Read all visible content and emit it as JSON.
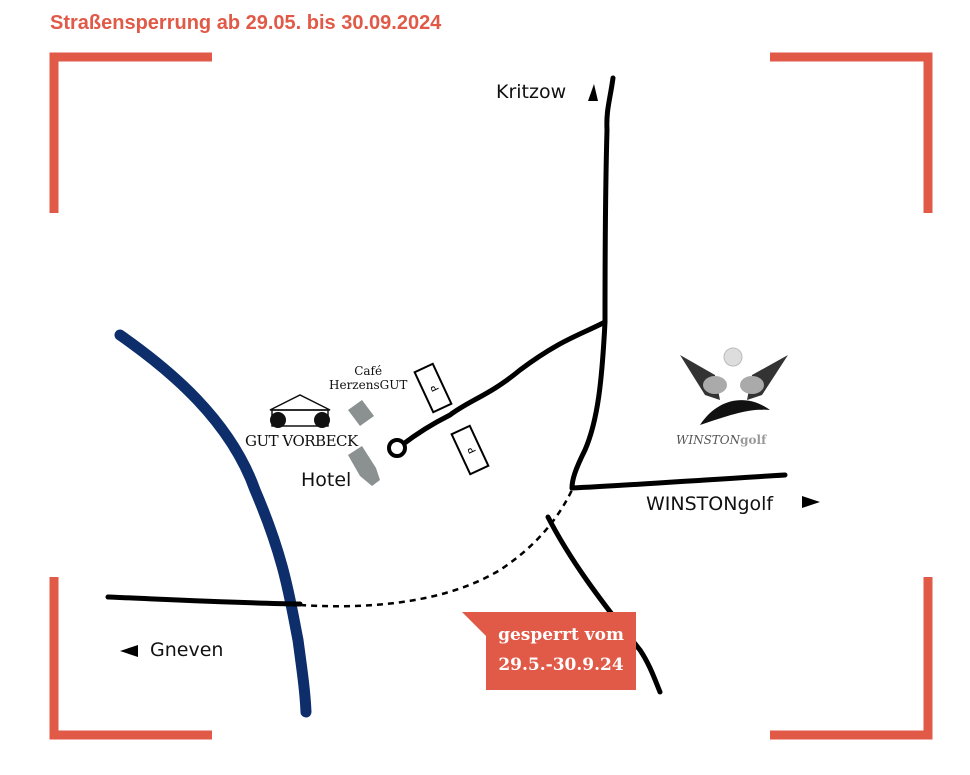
{
  "title": "Straßensperrung ab 29.05. bis 30.09.2024",
  "places": {
    "kritzow": "Kritzow",
    "winstongolf_road": "WINSTONgolf",
    "gneven": "Gneven",
    "hotel": "Hotel",
    "cafe_line1": "Café",
    "cafe_line2": "HerzensGUT",
    "gut_vorbeck": "GUT VORBECK",
    "winston_logo_a": "WINSTON",
    "winston_logo_b": "golf"
  },
  "closure": {
    "line1": "gesperrt vom",
    "line2": "29.5.-30.9.24"
  },
  "parking_label": "P",
  "colors": {
    "accent": "#e05a47",
    "river": "#0d2d6b",
    "road": "#000000",
    "building": "#8a9190"
  }
}
